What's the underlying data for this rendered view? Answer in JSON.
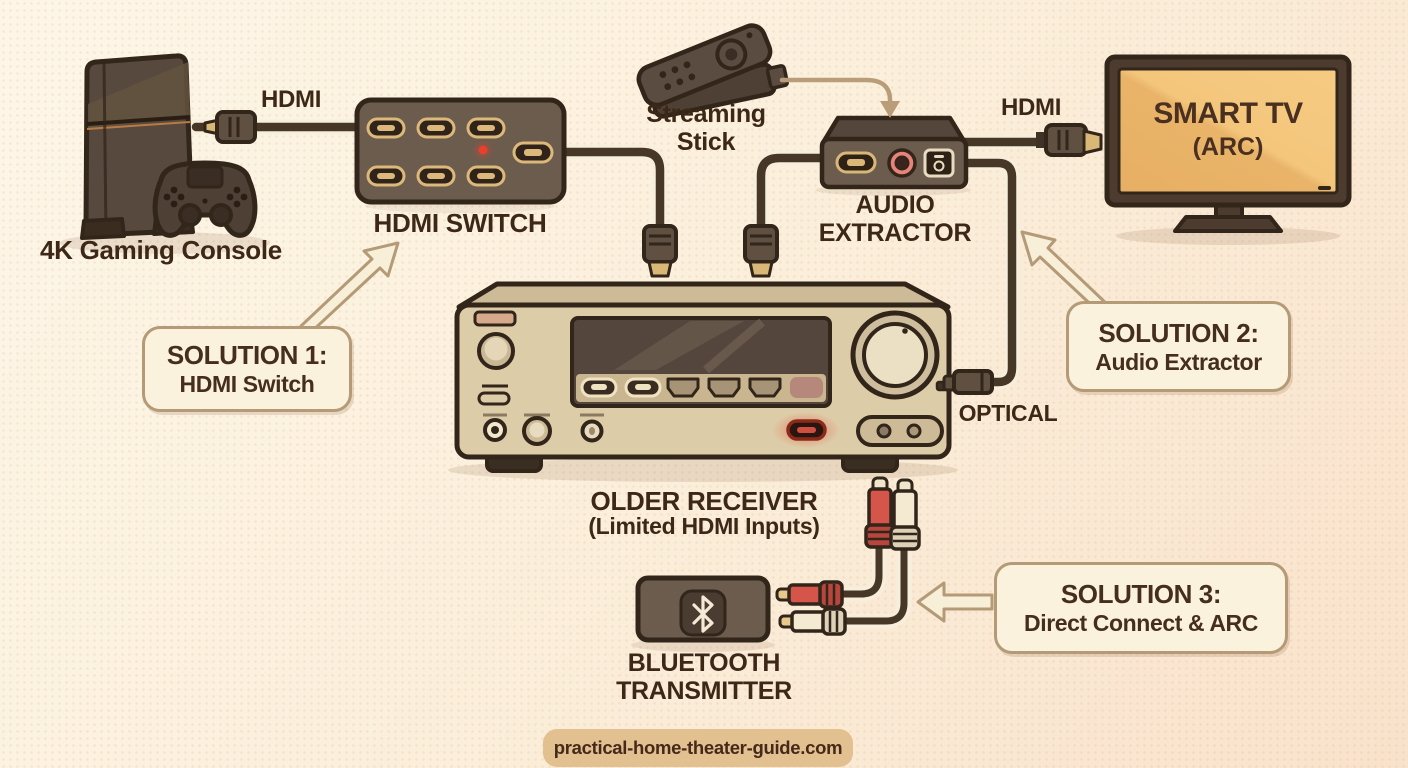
{
  "page": {
    "watermark": "practical-home-theater-guide.com"
  },
  "labels": {
    "console": "4K Gaming Console",
    "hdmi_console_cable": "HDMI",
    "hdmi_switch": "HDMI SWITCH",
    "streaming_stick": "Streaming\nStick",
    "audio_extractor": "AUDIO\nEXTRACTOR",
    "hdmi_tv_cable": "HDMI",
    "smart_tv": "SMART TV",
    "smart_tv_sub": "(ARC)",
    "optical": "OPTICAL",
    "receiver": "OLDER RECEIVER",
    "receiver_sub": "(Limited HDMI Inputs)",
    "bluetooth": "BLUETOOTH\nTRANSMITTER"
  },
  "solutions": [
    {
      "title": "SOLUTION 1:",
      "subtitle": "HDMI Switch"
    },
    {
      "title": "SOLUTION 2:",
      "subtitle": "Audio Extractor"
    },
    {
      "title": "SOLUTION 3:",
      "subtitle": "Direct Connect & ARC"
    }
  ],
  "colors": {
    "background_top": "#fdf6e7",
    "background_bottom": "#f9e2cb",
    "outline": "#32251a",
    "text": "#3d2817",
    "callout_fill": "#faf2dd",
    "callout_border": "#b49a76",
    "device_dark": "#6b5c4e",
    "receiver_body": "#ddcca8",
    "tv_screen": "#eebb70",
    "gold_port": "#d9b877",
    "led_red": "#e8402c",
    "rca_red": "#d6554a",
    "rca_white": "#f4ead2",
    "watermark_bg": "#e3c08f"
  }
}
